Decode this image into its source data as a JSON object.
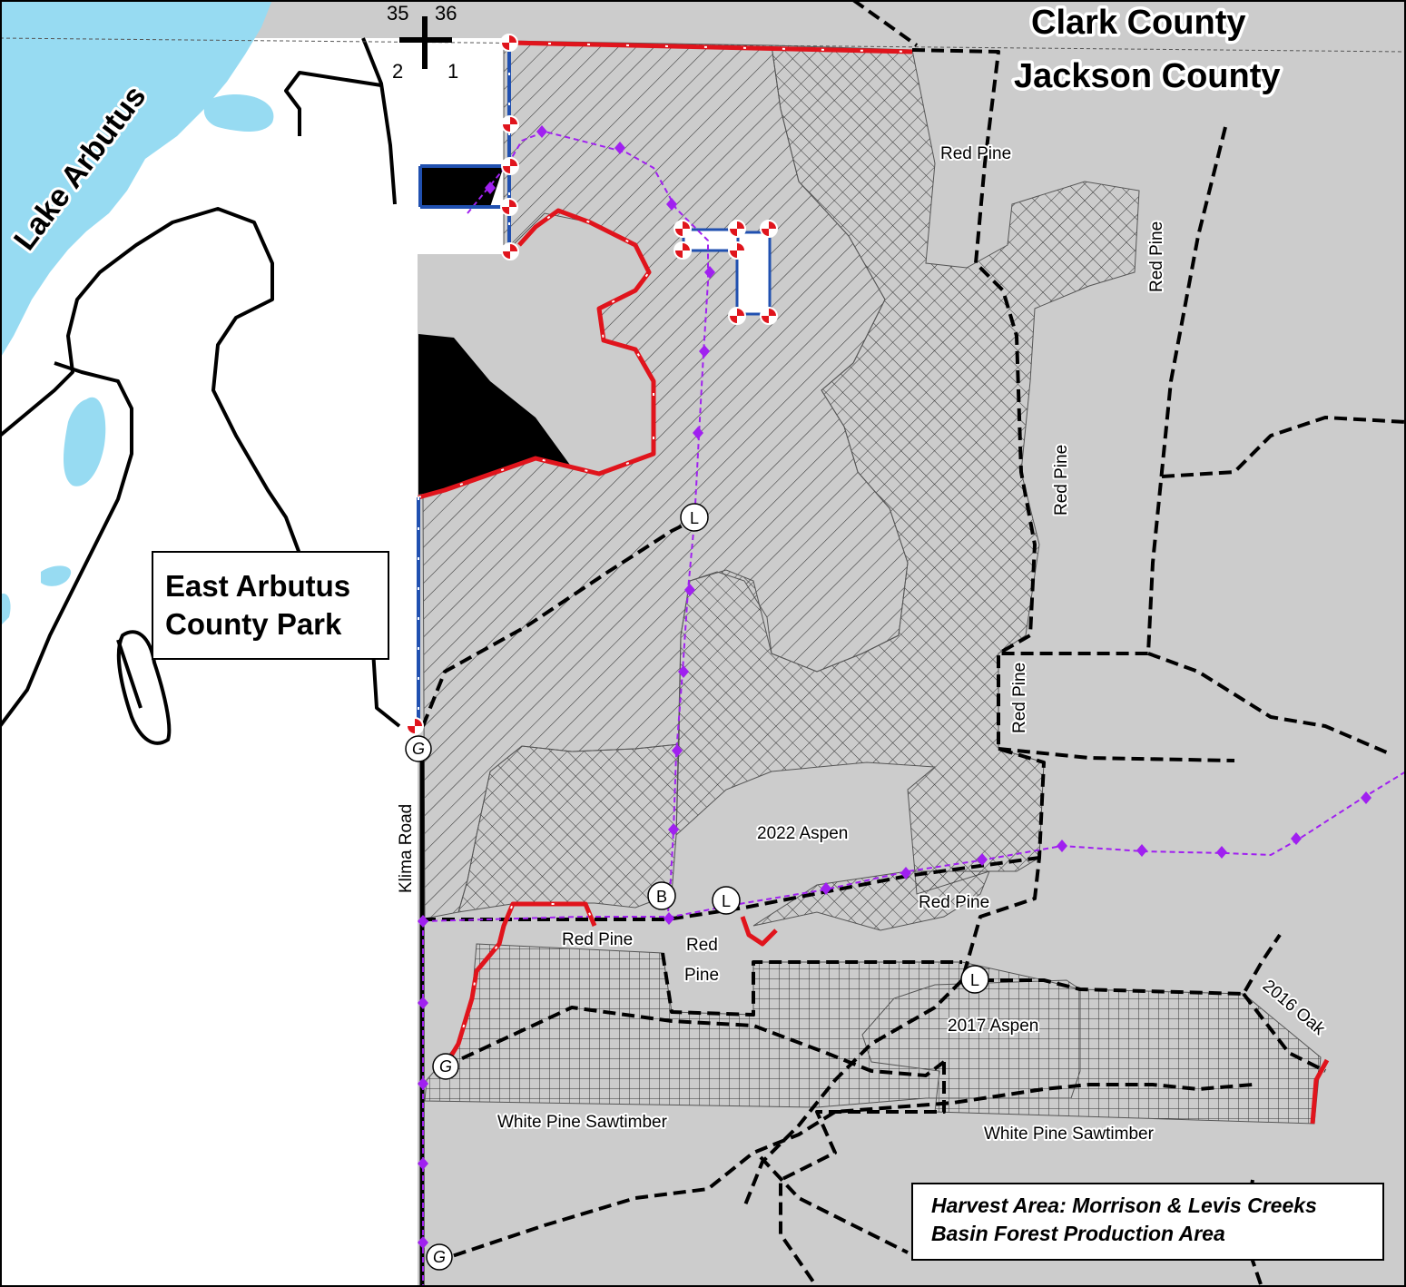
{
  "map": {
    "county_north": "Clark County",
    "county_south": "Jackson County",
    "lake_label": "Lake Arbutus",
    "park_label_line1": "East Arbutus",
    "park_label_line2": "County Park",
    "road_label": "Klima Road",
    "section_numbers": {
      "nw": "35",
      "ne": "36",
      "sw": "2",
      "se": "1"
    },
    "stand_labels": [
      {
        "id": "red-pine-1",
        "text": "Red Pine"
      },
      {
        "id": "red-pine-2",
        "text": "Red Pine"
      },
      {
        "id": "red-pine-3",
        "text": "Red Pine"
      },
      {
        "id": "red-pine-4",
        "text": "Red Pine"
      },
      {
        "id": "red-pine-5",
        "text": "Red Pine"
      },
      {
        "id": "red-pine-6",
        "text": "Red Pine"
      },
      {
        "id": "red-pine-7a",
        "text": "Red"
      },
      {
        "id": "red-pine-7b",
        "text": "Pine"
      },
      {
        "id": "aspen-2022",
        "text": "2022 Aspen"
      },
      {
        "id": "aspen-2017",
        "text": "2017 Aspen"
      },
      {
        "id": "oak-2016",
        "text": "2016 Oak"
      },
      {
        "id": "wps-1",
        "text": "White Pine Sawtimber"
      },
      {
        "id": "wps-2",
        "text": "White Pine Sawtimber"
      }
    ],
    "markers": [
      {
        "id": "gate-1",
        "letter": "G"
      },
      {
        "id": "gate-2",
        "letter": "G"
      },
      {
        "id": "gate-3",
        "letter": "G"
      },
      {
        "id": "landing-1",
        "letter": "L"
      },
      {
        "id": "landing-2",
        "letter": "L"
      },
      {
        "id": "landing-3",
        "letter": "L"
      },
      {
        "id": "bridge-1",
        "letter": "B"
      }
    ],
    "harvest_area_line1": "Harvest Area: Morrison & Levis Creeks",
    "harvest_area_line2": "Basin Forest Production Area",
    "colors": {
      "land": "#cccccc",
      "water": "#97dbf2",
      "park": "#ffffff",
      "boundary_red": "#e0141c",
      "boundary_blue": "#2050b0",
      "trail_purple": "#a020f0",
      "road": "#000000"
    }
  }
}
